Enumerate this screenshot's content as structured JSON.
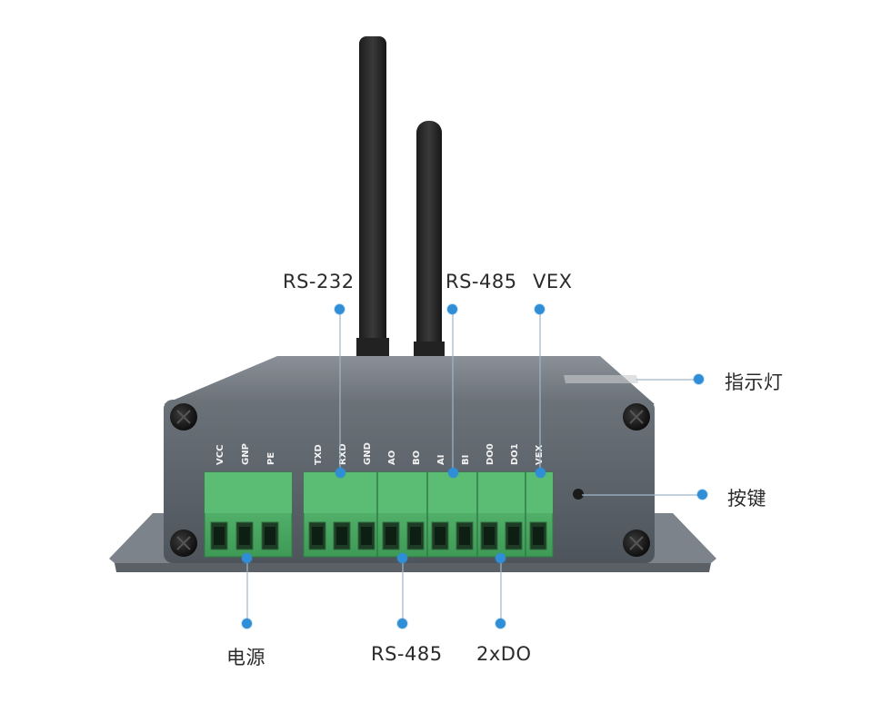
{
  "top_labels": {
    "rs232": "RS-232",
    "rs485": "RS-485",
    "vex": "VEX"
  },
  "side_labels": {
    "indicator": "指示灯",
    "button": "按键"
  },
  "bottom_labels": {
    "power": "电源",
    "rs485": "RS-485",
    "do": "2xDO"
  },
  "pins": {
    "power": [
      "VCC",
      "GNP",
      "PE"
    ],
    "signal": [
      "TXD",
      "RXD",
      "GND",
      "AO",
      "BO",
      "AI",
      "BI",
      "DO0",
      "DO1",
      "VEX"
    ]
  },
  "colors": {
    "accent_dot": "#2f8ed6",
    "terminal_green": "#4fb36a",
    "enclosure": "#5d646c"
  }
}
